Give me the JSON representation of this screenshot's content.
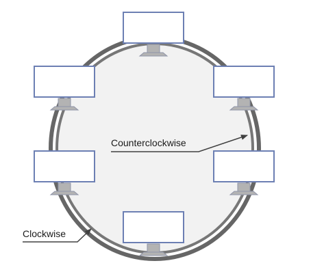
{
  "labels": {
    "counterclockwise": "Counterclockwise",
    "clockwise": "Clockwise"
  },
  "nodes": [
    {
      "id": "top",
      "icon": "monitor-icon"
    },
    {
      "id": "upper-left",
      "icon": "monitor-icon"
    },
    {
      "id": "upper-right",
      "icon": "monitor-icon"
    },
    {
      "id": "lower-left",
      "icon": "monitor-icon"
    },
    {
      "id": "lower-right",
      "icon": "monitor-icon"
    },
    {
      "id": "bottom",
      "icon": "monitor-icon"
    }
  ],
  "colors": {
    "ring_outer": "#666666",
    "ring_inner": "#777777",
    "ring_fill": "#f2f2f2",
    "monitor_border": "#6c7fb3",
    "monitor_screen": "#ffffff",
    "stand": "#b3b3b3",
    "stand_border": "#8f94a8",
    "arrow": "#404040",
    "text": "#1a1a1a"
  }
}
